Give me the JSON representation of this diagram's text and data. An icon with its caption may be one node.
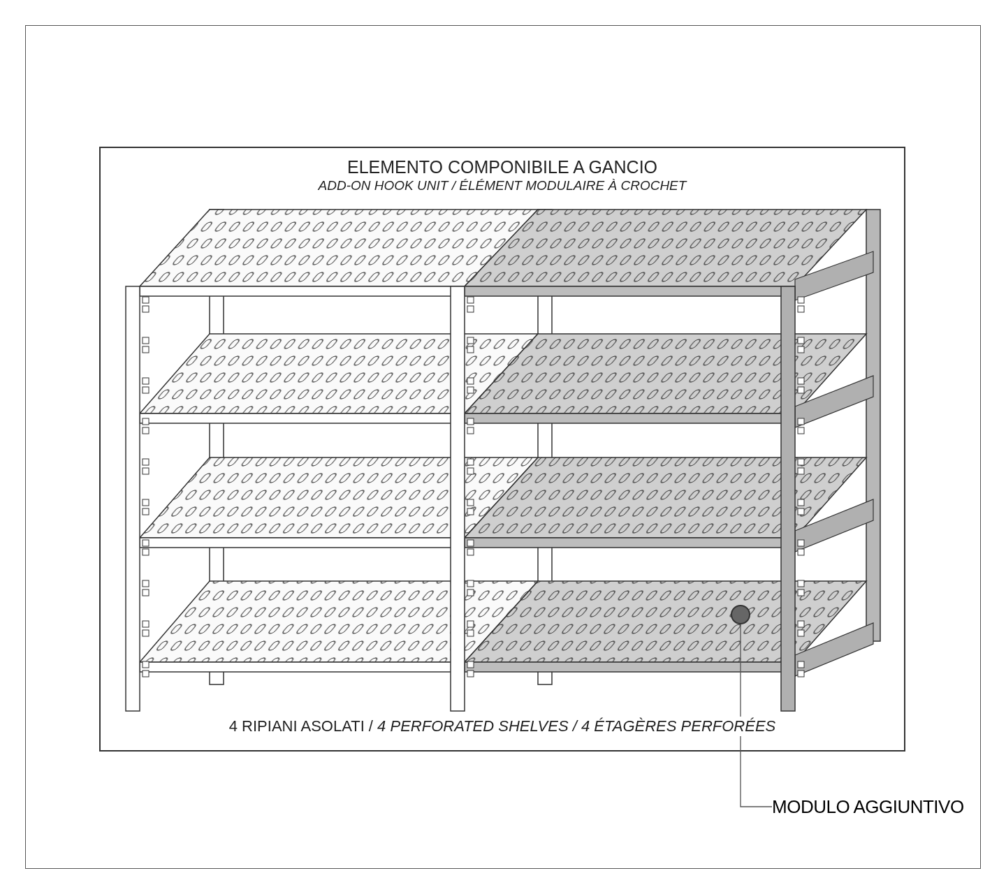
{
  "diagram": {
    "title": "ELEMENTO COMPONIBILE A GANCIO",
    "nodes": [
      {
        "text": [
          "MODULO AGGIUNTIVO"
        ]
      },
      {
        "text": [],
        "shape": "circle"
      }
    ],
    "edges": [
      {
        "from": 0,
        "to": 1,
        "arrow": "none"
      }
    ],
    "labels": [
      "ADD-ON HOOK UNIT / ÉLÉMENT MODULAIRE À CROCHET",
      "4 RIPIANI ASOLATI / *4 PERFORATED SHELVES / 4 ÉTAGÈRES PERFORÉES*"
    ]
  }
}
